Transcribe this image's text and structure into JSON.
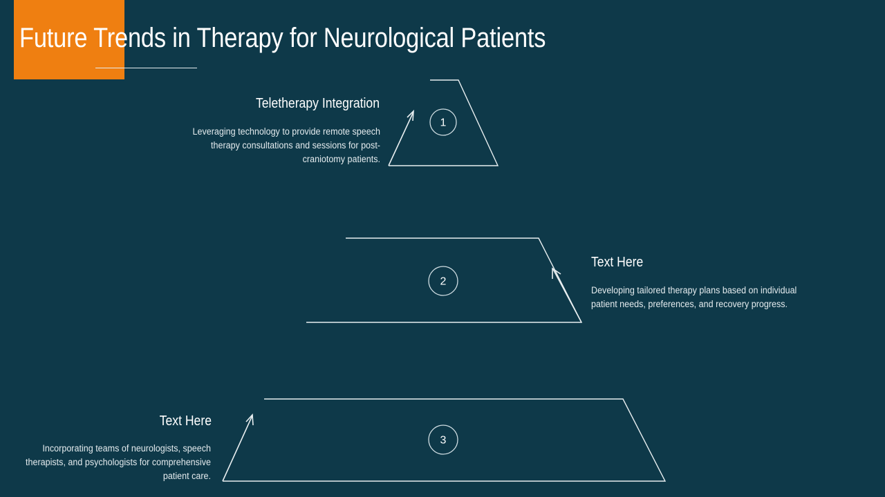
{
  "slide": {
    "title": "Future Trends in Therapy for Neurological Patients",
    "background_color": "#0e3949",
    "accent_color": "#ef7f11",
    "line_color": "#e9eff1",
    "text_color": "#ffffff"
  },
  "steps": [
    {
      "number": "1",
      "heading": "Teletherapy Integration",
      "body": "Leveraging technology to provide remote speech therapy consultations and sessions for post-craniotomy patients."
    },
    {
      "number": "2",
      "heading": "Text Here",
      "body": "Developing tailored therapy plans based on individual patient needs, preferences, and recovery progress."
    },
    {
      "number": "3",
      "heading": "Text Here",
      "body": "Incorporating teams of neurologists, speech therapists, and psychologists for comprehensive patient care."
    }
  ]
}
